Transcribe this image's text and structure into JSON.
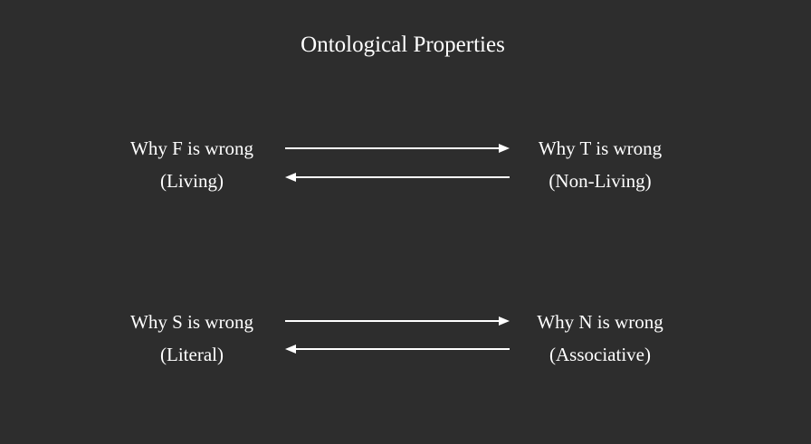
{
  "title": "Ontological Properties",
  "rows": [
    {
      "left": {
        "line1": "Why F is wrong",
        "line2": "(Living)"
      },
      "right": {
        "line1": "Why T is wrong",
        "line2": "(Non-Living)"
      }
    },
    {
      "left": {
        "line1": "Why S is wrong",
        "line2": "(Literal)"
      },
      "right": {
        "line1": "Why N is wrong",
        "line2": "(Associative)"
      }
    }
  ],
  "colors": {
    "background": "#2d2d2d",
    "foreground": "#ffffff"
  }
}
